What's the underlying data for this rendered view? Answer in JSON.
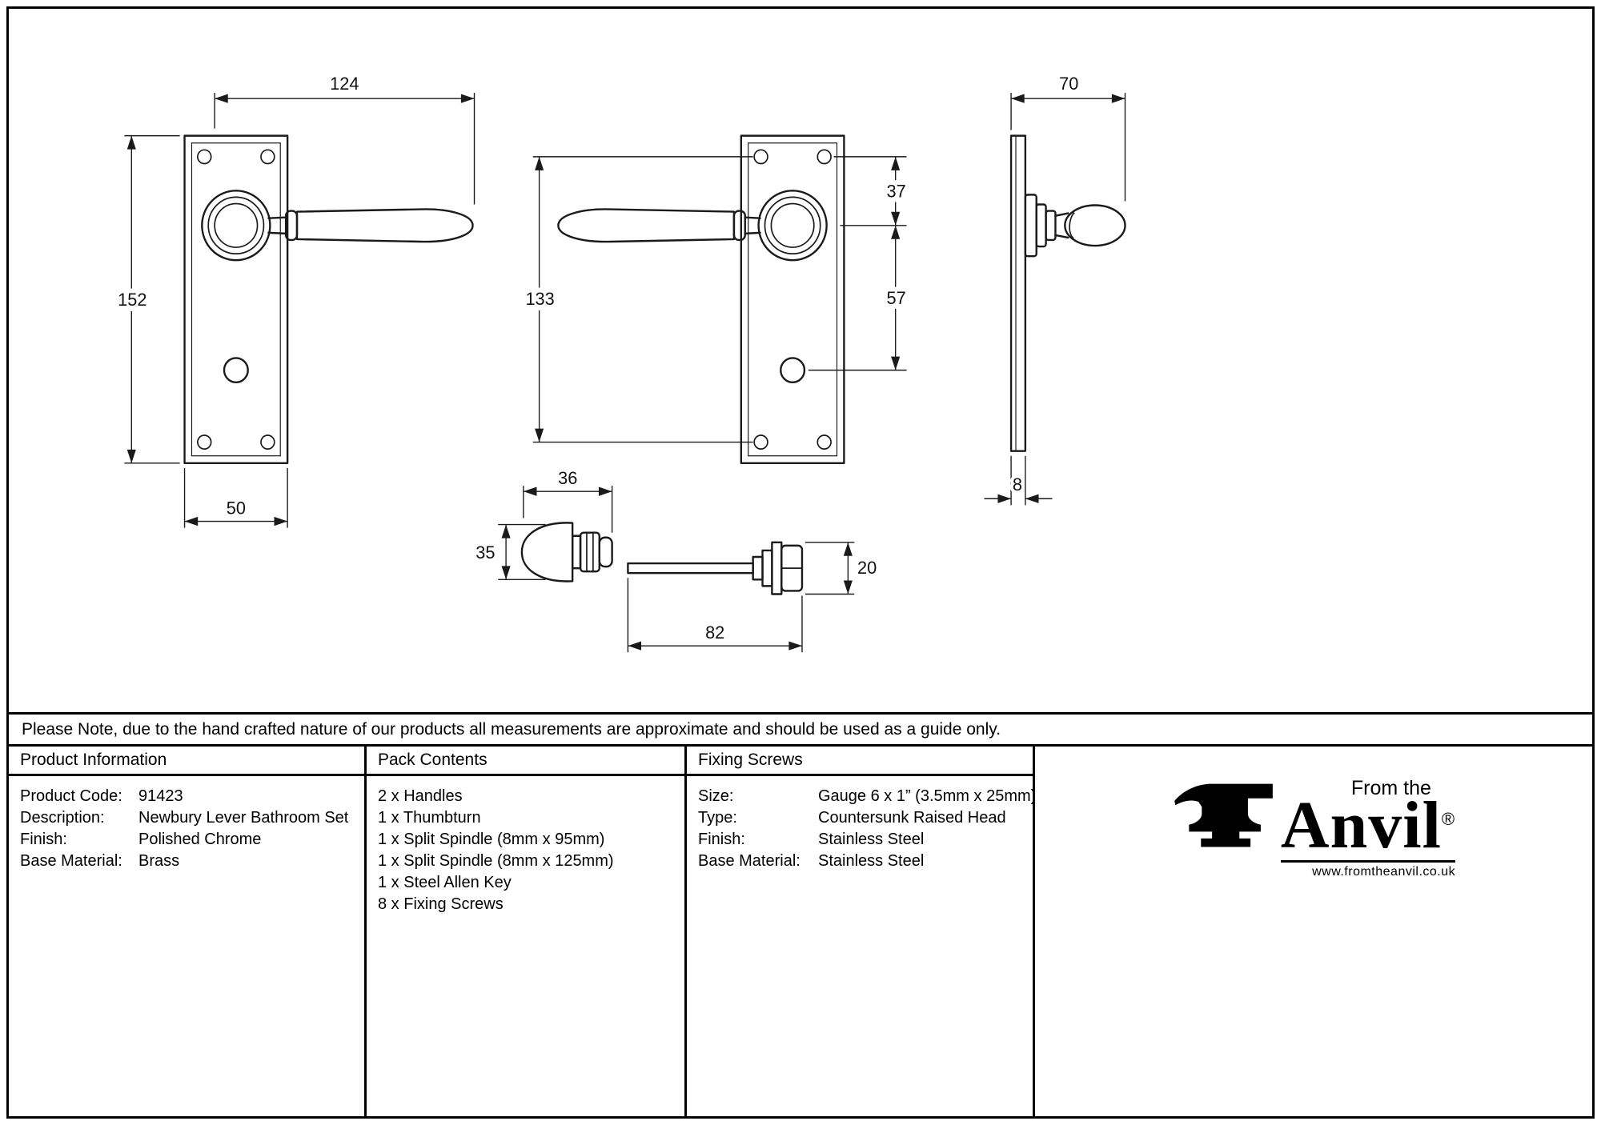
{
  "note": "Please Note, due to the hand crafted nature of our products all measurements are approximate and should be used as a guide only.",
  "drawing": {
    "dims": {
      "lever_length": "124",
      "plate_height": "152",
      "plate_width": "50",
      "fixing_centres": "133",
      "top_to_spindle": "37",
      "spindle_to_turn": "57",
      "side_width": "70",
      "plate_thickness": "8",
      "turn_width": "36",
      "turn_height": "35",
      "spindle_length": "82",
      "release_height": "20"
    }
  },
  "table": {
    "product_information": {
      "title": "Product Information",
      "rows": [
        {
          "label": "Product Code:",
          "value": "91423"
        },
        {
          "label": "Description:",
          "value": "Newbury Lever Bathroom Set"
        },
        {
          "label": "Finish:",
          "value": "Polished Chrome"
        },
        {
          "label": "Base Material:",
          "value": "Brass"
        }
      ]
    },
    "pack_contents": {
      "title": "Pack Contents",
      "items": [
        "2 x Handles",
        "1 x Thumbturn",
        "1 x Split Spindle (8mm x 95mm)",
        "1 x Split Spindle (8mm x 125mm)",
        "1 x Steel Allen Key",
        "8 x Fixing Screws"
      ]
    },
    "fixing_screws": {
      "title": "Fixing Screws",
      "rows": [
        {
          "label": "Size:",
          "value": "Gauge 6 x 1” (3.5mm x 25mm)"
        },
        {
          "label": "Type:",
          "value": "Countersunk Raised Head"
        },
        {
          "label": "Finish:",
          "value": "Stainless Steel"
        },
        {
          "label": "Base Material:",
          "value": "Stainless Steel"
        }
      ]
    },
    "logo": {
      "from_the": "From the",
      "brand": "Anvil",
      "registered": "®",
      "website": "www.fromtheanvil.co.uk"
    }
  }
}
